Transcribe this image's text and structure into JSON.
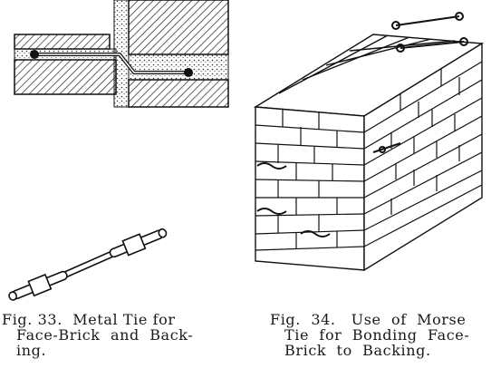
{
  "figures": [
    {
      "id": "fig33",
      "caption_lines": [
        "Fig. 33.  Metal Tie for",
        "Face-Brick  and  Back-",
        "ing."
      ]
    },
    {
      "id": "fig34",
      "caption_lines": [
        "Fig.  34.   Use  of  Morse",
        "Tie  for  Bonding  Face-",
        "Brick  to  Backing."
      ]
    }
  ]
}
